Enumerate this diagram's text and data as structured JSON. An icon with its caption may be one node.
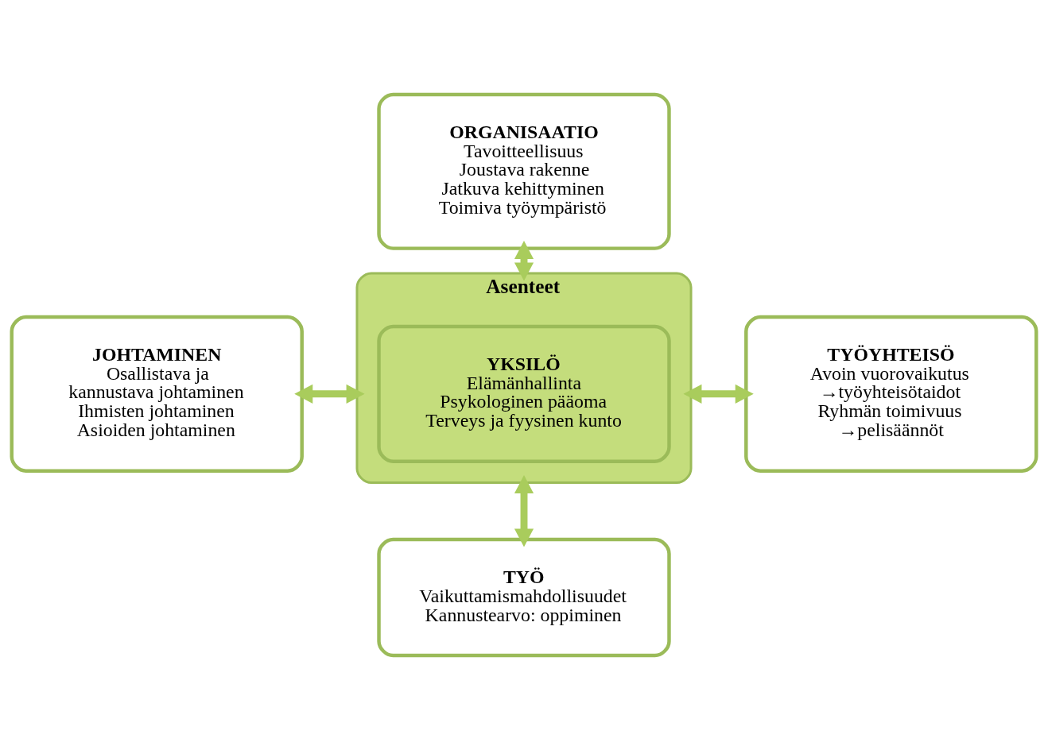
{
  "diagram": {
    "nodes": [
      {
        "text": [
          "ORGANISAATIO",
          "Tavoitteellisuus",
          "Joustava rakenne",
          "Jatkuva kehittyminen",
          "Toimiva työympäristö"
        ]
      },
      {
        "text": [
          "JOHTAMINEN",
          "Osallistava ja kannustava johtaminen",
          "Ihmisten johtaminen",
          "Asioiden johtaminen"
        ]
      },
      {
        "text": [
          "Asenteet"
        ]
      },
      {
        "text": [
          "YKSILÖ",
          "Elämänhallinta",
          "Psykologinen pääoma",
          "Terveys ja fyysinen kunto"
        ],
        "in": 2
      },
      {
        "text": [
          "TYÖYHTEISÖ",
          "Avoin vuorovaikutus",
          "→työyhteisötaidot",
          "Ryhmän toimivuus",
          "→pelisäännöt"
        ]
      },
      {
        "text": [
          "TYÖ",
          "Vaikuttamismahdollisuudet",
          "Kannustearvo: oppiminen"
        ]
      }
    ],
    "edges": [
      {
        "from": 0,
        "to": 2,
        "arrow": "both"
      },
      {
        "from": 1,
        "to": 2,
        "arrow": "both"
      },
      {
        "from": 2,
        "to": 4,
        "arrow": "both"
      },
      {
        "from": 2,
        "to": 5,
        "arrow": "both"
      }
    ]
  }
}
